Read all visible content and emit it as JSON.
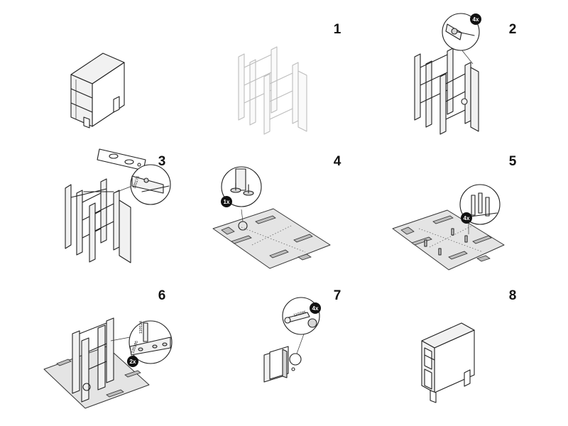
{
  "steps": [
    {
      "number": ""
    },
    {
      "number": "1"
    },
    {
      "number": "2",
      "badge": "4x"
    },
    {
      "number": "3",
      "part_code": "120176"
    },
    {
      "number": "4",
      "badge": "1x"
    },
    {
      "number": "5",
      "badge": "4x"
    },
    {
      "number": "6",
      "badge": "2x",
      "part_codes": [
        "110124",
        "120185"
      ]
    },
    {
      "number": "7",
      "badge": "4x",
      "part_code": "110295"
    },
    {
      "number": "8"
    }
  ],
  "colors": {
    "line": "#1f1f1f",
    "panel": "#e4e4e4",
    "ghost": "#bdbdbd",
    "badge": "#111111"
  }
}
